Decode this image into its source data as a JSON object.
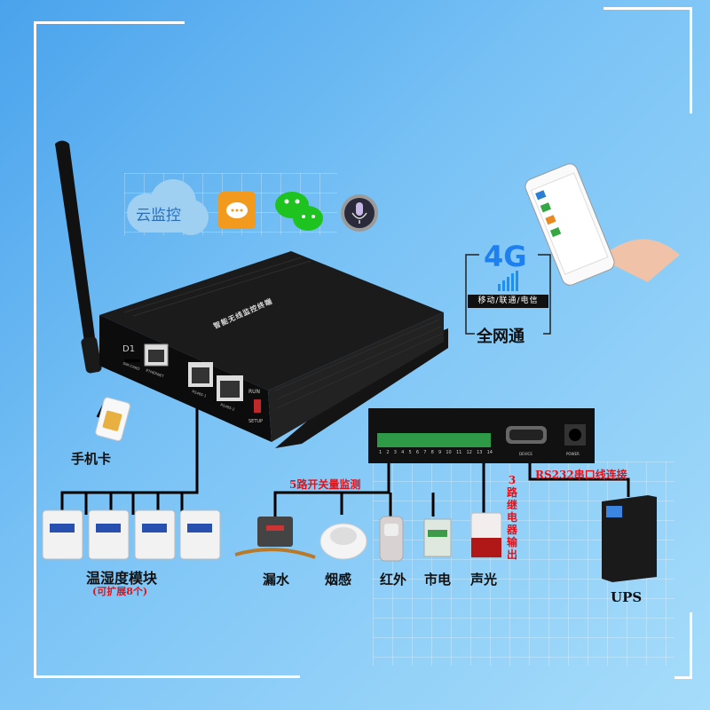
{
  "cloud_label": "云监控",
  "device": {
    "title": "智能无线监控终端",
    "slot_label": "D1",
    "sim_slot": "SIM-CARD",
    "ethernet": "ETHERNET",
    "rs485_1": "RS485-1",
    "rs485_2": "RS485-2",
    "run": "RUN",
    "setup": "SETUP"
  },
  "expansion": {
    "terminal_numbers": [
      "1",
      "2",
      "3",
      "4",
      "5",
      "6",
      "7",
      "8",
      "9",
      "10",
      "11",
      "12",
      "13",
      "14"
    ],
    "device_port": "DEVICE",
    "power_port": "POWER"
  },
  "network": {
    "badge": "4G",
    "carriers": "移动/联通/电信",
    "caption": "全网通"
  },
  "labels": {
    "sim_card": "手机卡",
    "switch_monitor": "5路开关量监测",
    "relay_output": "3路继电器输出",
    "rs232": "RS232串口线连接",
    "temp_module": "温湿度模块",
    "expand": "(可扩展8个)",
    "ups": "UPS"
  },
  "sensors": [
    "漏水",
    "烟感",
    "红外",
    "市电",
    "声光"
  ],
  "colors": {
    "accent_red": "#e0121a",
    "background": "#7cc4f6",
    "wechat": "#1fc31f",
    "message": "#f29a1e"
  }
}
